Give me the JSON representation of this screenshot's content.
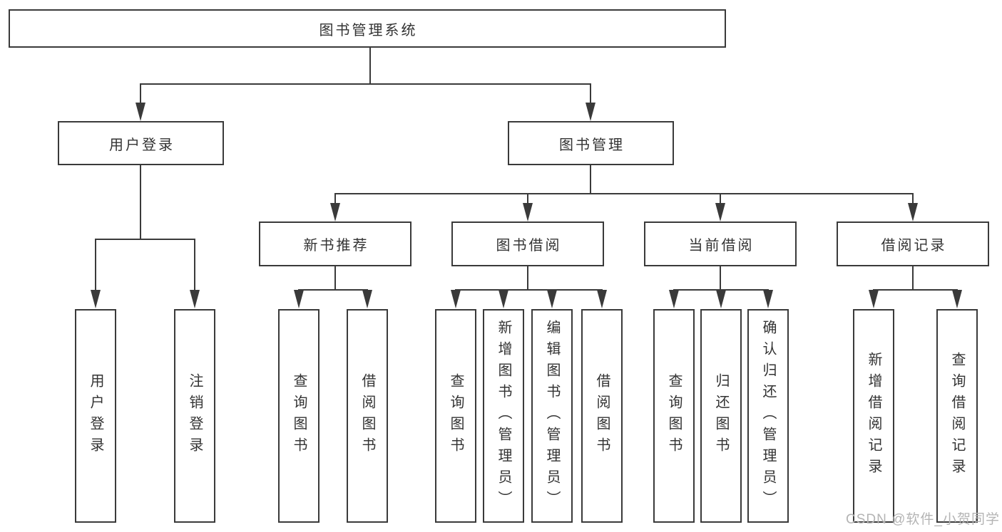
{
  "nodes": {
    "root": {
      "label": "图书管理系统"
    },
    "user_login": {
      "label": "用户登录"
    },
    "book_mgmt": {
      "label": "图书管理"
    },
    "new_book_rec": {
      "label": "新书推荐"
    },
    "book_borrow": {
      "label": "图书借阅"
    },
    "current_borrow": {
      "label": "当前借阅"
    },
    "borrow_records": {
      "label": "借阅记录"
    },
    "leaf_user_login": {
      "label": "用户登录"
    },
    "leaf_logout": {
      "label": "注销登录"
    },
    "leaf_query_book_1": {
      "label": "查询图书"
    },
    "leaf_borrow_book_1": {
      "label": "借阅图书"
    },
    "leaf_query_book_2": {
      "label": "查询图书"
    },
    "leaf_add_book": {
      "label": "新增图书（管理员）"
    },
    "leaf_edit_book": {
      "label": "编辑图书（管理员）"
    },
    "leaf_borrow_book_2": {
      "label": "借阅图书"
    },
    "leaf_query_book_3": {
      "label": "查询图书"
    },
    "leaf_return_book": {
      "label": "归还图书"
    },
    "leaf_confirm_return": {
      "label": "确认归还（管理员）"
    },
    "leaf_add_record": {
      "label": "新增借阅记录"
    },
    "leaf_query_record": {
      "label": "查询借阅记录"
    }
  },
  "watermark": "CSDN @软件_小贺同学",
  "colors": {
    "line": "#3a3a3a",
    "text": "#333333",
    "watermark": "#b4b4b4",
    "background": "#ffffff"
  }
}
